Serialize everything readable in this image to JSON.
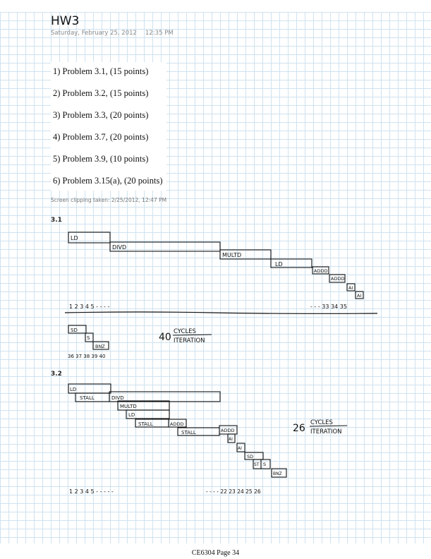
{
  "page": {
    "title": "HW3",
    "date": "Saturday, February 25, 2012",
    "time": "12:35 PM"
  },
  "problems": [
    "1)   Problem 3.1, (15 points)",
    "2)   Problem 3.2, (15 points)",
    "3)   Problem 3.3, (20 points)",
    "4)   Problem 3.7, (20 points)",
    "5)   Problem 3.9, (10 points)",
    "6)   Problem 3.15(a), (20 points)"
  ],
  "clipping_caption": "Screen clipping taken: 2/25/2012, 12:47 PM",
  "section1": {
    "heading": "3.1",
    "stages": [
      "LD",
      "DIVD",
      "MULTD",
      "LD",
      "ADDD",
      "ADDD",
      "AI",
      "AI"
    ],
    "axis_left": "1 2 3 4 5 - - - -",
    "axis_right": "- - - 33 34 35",
    "stages2": [
      "SD",
      "S",
      "BNZ"
    ],
    "axis2": "36 37 38 39 40",
    "result_number": "40",
    "result_top": "CYCLES",
    "result_bottom": "ITERATION"
  },
  "section2": {
    "heading": "3.2",
    "stages": [
      "LD",
      "STALL",
      "DIVD",
      "MULTD",
      "LD",
      "STALL",
      "ADDD",
      "STALL",
      "ADDD",
      "AI",
      "AI",
      "SD",
      "ST",
      "S",
      "BNZ"
    ],
    "axis_left": "1 2 3 4 5 - - - - -",
    "axis_right": "- - - - 22 23 24 25 26",
    "result_number": "26",
    "result_top": "CYCLES",
    "result_bottom": "ITERATION"
  },
  "footer": "CE6304 Page 34"
}
